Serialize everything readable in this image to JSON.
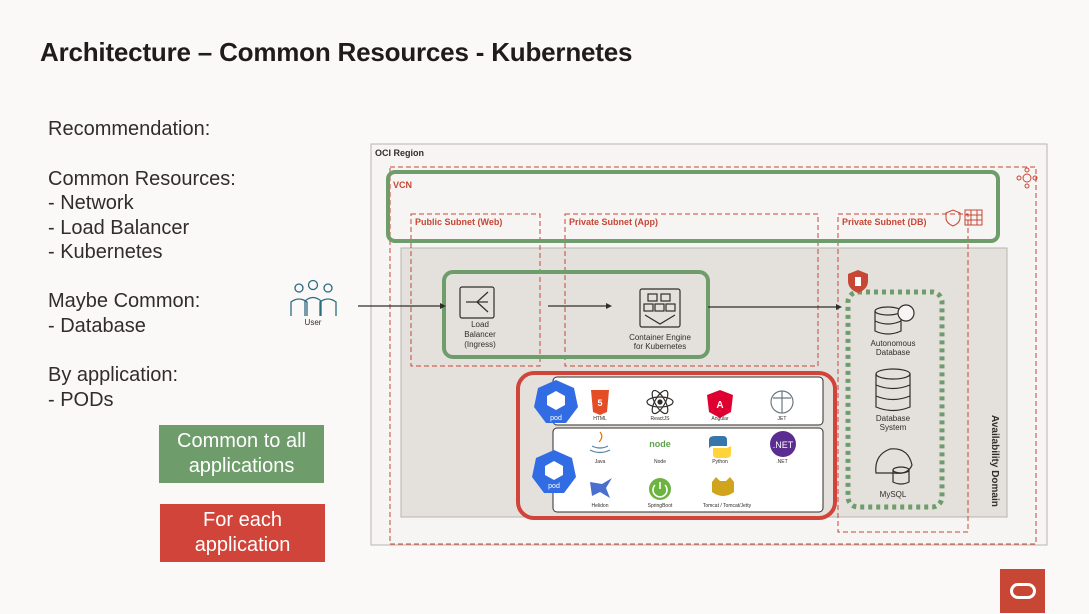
{
  "title": "Architecture – Common Resources - Kubernetes",
  "left": {
    "recommendation": "Recommendation:",
    "common_header": "Common Resources:",
    "common_items": [
      "-   Network",
      "-   Load Balancer",
      "-   Kubernetes"
    ],
    "maybe_header": "Maybe Common:",
    "maybe_items": [
      "-   Database"
    ],
    "byapp_header": "By application:",
    "byapp_items": [
      "- PODs"
    ]
  },
  "legend": {
    "common": "Common to all applications",
    "per_app": "For each application",
    "common_color": "#6f9c6b",
    "per_app_color": "#d0443a"
  },
  "diagram": {
    "region_label": "OCI Region",
    "vcn_label": "VCN",
    "subnet_web": "Public Subnet (Web)",
    "subnet_app": "Private Subnet (App)",
    "subnet_db": "Private Subnet (DB)",
    "availability_domain": "Availability Domain",
    "user_label": "User",
    "lb_label": [
      "Load",
      "Balancer",
      "(Ingress)"
    ],
    "oke_label": [
      "Container Engine",
      "for Kubernetes"
    ],
    "pod_label": "pod",
    "adb_label": [
      "Autonomous",
      "Database"
    ],
    "dbsys_label": [
      "Database",
      "System"
    ],
    "mysql_label": "MySQL",
    "row1_apps": [
      "HTML",
      "ReactJS",
      "Angular",
      "JET"
    ],
    "row2_apps": [
      "Java",
      "Node",
      "Python",
      ".NET"
    ],
    "row3_apps": [
      "Helidon",
      "SpringBoot",
      "Tomcat / Tomcat/Jetty"
    ],
    "colors": {
      "oracle_red": "#c74634",
      "green": "#6f9c6b",
      "red_box": "#d0443a",
      "pod_blue": "#326ce5"
    }
  }
}
